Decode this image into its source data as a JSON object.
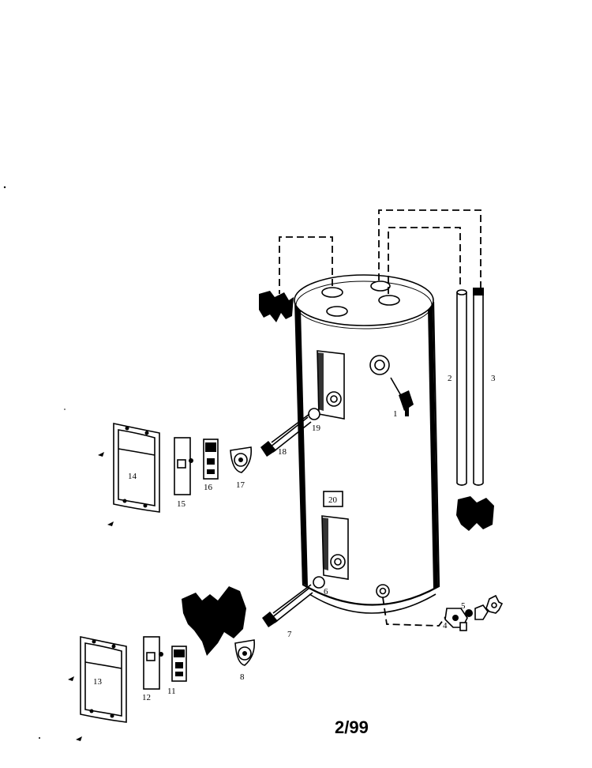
{
  "diagram": {
    "part_labels": {
      "p1": "1",
      "p2": "2",
      "p3": "3",
      "p4": "4",
      "p5": "5",
      "p6": "6",
      "p7": "7",
      "p8": "8",
      "p11": "11",
      "p12": "12",
      "p13": "13",
      "p14": "14",
      "p15": "15",
      "p16": "16",
      "p17": "17",
      "p18": "18",
      "p19": "19",
      "p20": "20"
    },
    "footer_date": "2/99"
  }
}
